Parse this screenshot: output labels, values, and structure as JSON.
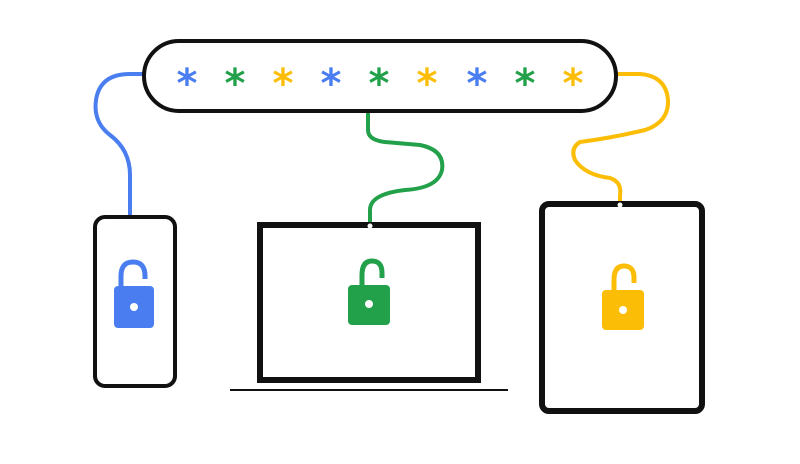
{
  "password_bar": {
    "characters": [
      "*",
      "*",
      "*",
      "*",
      "*",
      "*",
      "*",
      "*",
      "*"
    ],
    "character_colors": [
      "#4a7ef0",
      "#22a04a",
      "#fbbd06",
      "#4a7ef0",
      "#22a04a",
      "#fbbd06",
      "#4a7ef0",
      "#22a04a",
      "#fbbd06"
    ]
  },
  "devices": [
    {
      "name": "phone",
      "lock_state": "unlocked",
      "color": "#4a7ef0",
      "icon": "unlocked-padlock-icon"
    },
    {
      "name": "laptop",
      "lock_state": "unlocked",
      "color": "#22a04a",
      "icon": "unlocked-padlock-icon"
    },
    {
      "name": "tablet",
      "lock_state": "unlocked",
      "color": "#fbbd06",
      "icon": "unlocked-padlock-icon"
    }
  ],
  "colors": {
    "outline": "#111111",
    "blue": "#4a7ef0",
    "green": "#22a04a",
    "yellow": "#fbbd06",
    "background": "#ffffff"
  }
}
